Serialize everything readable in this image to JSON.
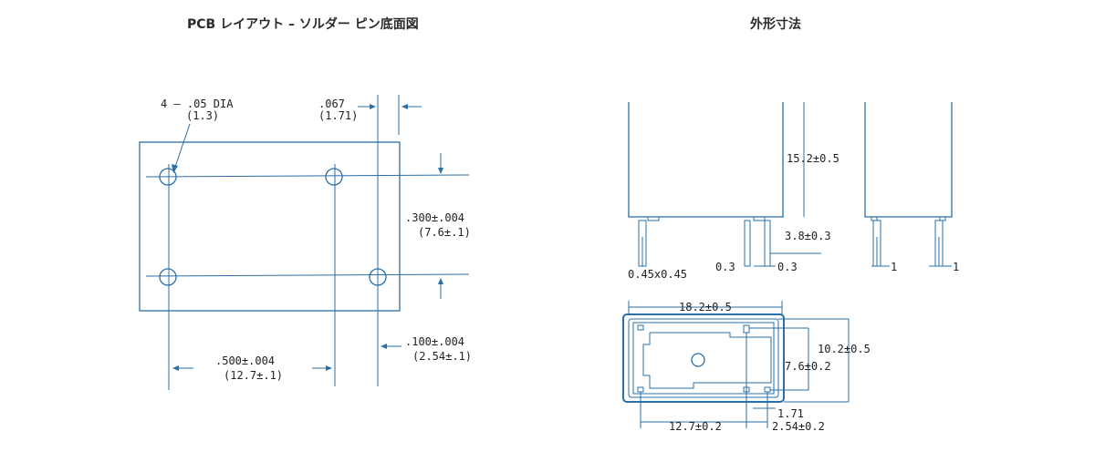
{
  "titles": {
    "left": "PCB レイアウト – ソルダー ピン底面図",
    "right": "外形寸法"
  },
  "pcb_labels": {
    "hole_dia_in": "4 — .05 DIA",
    "hole_dia_mm": "(1.3)",
    "pin_width_in": ".067",
    "pin_width_mm": "(1.71)",
    "row_pitch_in": ".300±.004",
    "row_pitch_mm": "(7.6±.1)",
    "col_pitch_in": ".500±.004",
    "col_pitch_mm": "(12.7±.1)",
    "offset_in": ".100±.004",
    "offset_mm": "(2.54±.1)"
  },
  "outline_labels": {
    "height": "15.2±0.5",
    "pin_length": "3.8±0.3",
    "pin_section": "0.45x0.45",
    "gap_left": "0.3",
    "gap_right": "0.3",
    "side_pin_left": "1",
    "side_pin_right": "1",
    "length": "18.2±0.5",
    "width": "10.2±0.5",
    "inner_width": "7.6±0.2",
    "pin_offset": "1.71",
    "pin_pitch_long": "12.7±0.2",
    "pin_pitch_short": "2.54±0.2"
  },
  "colors": {
    "line": "#2a6fa8",
    "text": "#222222"
  }
}
